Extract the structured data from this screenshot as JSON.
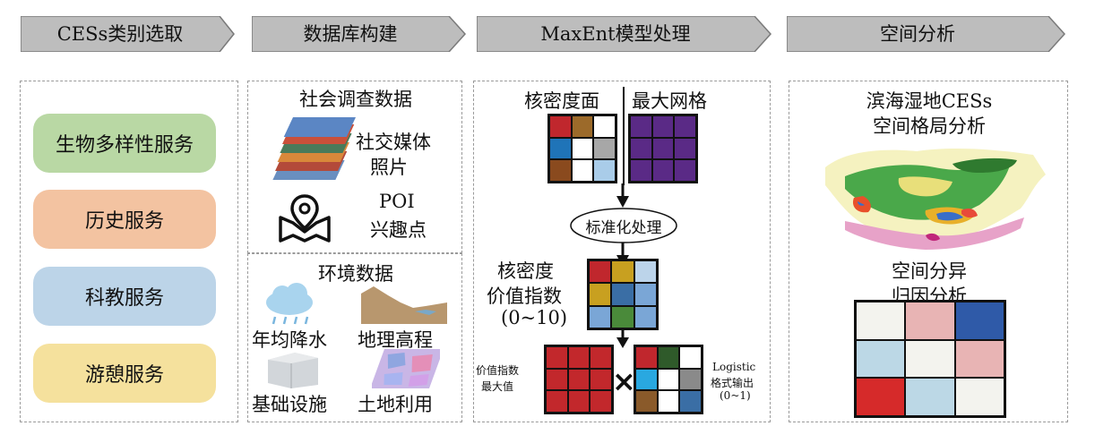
{
  "steps": [
    "CESs类别选取",
    "数据库构建",
    "MaxEnt模型处理",
    "空间分析"
  ],
  "categories": [
    {
      "label": "生物多样性服务",
      "color": "#b9d8a4"
    },
    {
      "label": "历史服务",
      "color": "#f3c3a1"
    },
    {
      "label": "科教服务",
      "color": "#bcd4e8"
    },
    {
      "label": "游憩服务",
      "color": "#f5e19d"
    }
  ],
  "database": {
    "social_title": "社会调查数据",
    "social_media": "社交媒体",
    "photos": "照片",
    "poi": "POI",
    "poi_sub": "兴趣点",
    "env_title": "环境数据",
    "precip": "年均降水",
    "elevation": "地理高程",
    "infrastructure": "基础设施",
    "landuse": "土地利用"
  },
  "maxent": {
    "kernel_density": "核密度面",
    "max_grid": "最大网格",
    "standardize": "标准化处理",
    "index_line1": "核密度",
    "index_line2": "价值指数",
    "index_line3": "(0~10)",
    "max_value_line1": "价值指数",
    "max_value_line2": "最大值",
    "multiply": "×",
    "logistic_line1": "Logistic",
    "logistic_line2": "格式输出",
    "logistic_line3": "(0~1)"
  },
  "spatial": {
    "pattern_line1": "滨海湿地CESs",
    "pattern_line2": "空间格局分析",
    "attribution_line1": "空间分异",
    "attribution_line2": "归因分析"
  },
  "colors": {
    "header_fill": "#bdbdbd",
    "header_edge": "#7a7a7a",
    "panel_border": "#9a9a9a",
    "max_grid_purple": "#5a2a86",
    "max_value_red": "#c2282c"
  },
  "grids": {
    "kernel": [
      "#c0272d",
      "#9c6a2a",
      "#ffffff",
      "#1f74b8",
      "#ffffff",
      "#a7a7a7",
      "#8a4a1e",
      "#ffffff",
      "#a9cce9"
    ],
    "index": [
      "#c0272d",
      "#c8a020",
      "#bcd4ea",
      "#c8a020",
      "#3a6ea5",
      "#7aa6d6",
      "#7aa6d6",
      "#4a8a3a",
      "#7aa6d6"
    ],
    "logistic": [
      "#c0272d",
      "#2f5a2a",
      "#ffffff",
      "#29a8e0",
      "#ffffff",
      "#8a8a8a",
      "#8a5a2a",
      "#ffffff",
      "#3a6ea5"
    ],
    "attribution": [
      "#f3f3ee",
      "#e8b4b4",
      "#2f5aa8",
      "#bcd8e6",
      "#f3f3ee",
      "#e8b4b4",
      "#d62a2a",
      "#bcd8e6",
      "#f3f3ee"
    ]
  }
}
